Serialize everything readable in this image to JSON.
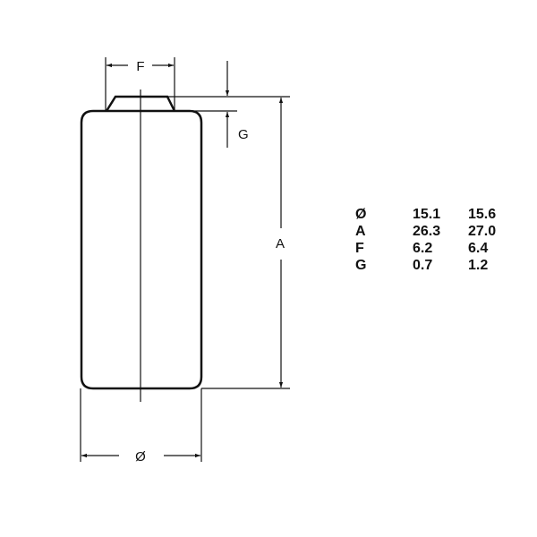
{
  "diagram": {
    "labels": {
      "F": "F",
      "G": "G",
      "A": "A",
      "diameter": "Ø"
    }
  },
  "dimensions_table": {
    "rows": [
      {
        "symbol": "Ø",
        "min": "15.1",
        "max": "15.6"
      },
      {
        "symbol": "A",
        "min": "26.3",
        "max": "27.0"
      },
      {
        "symbol": "F",
        "min": "6.2",
        "max": "6.4"
      },
      {
        "symbol": "G",
        "min": "0.7",
        "max": "1.2"
      }
    ]
  }
}
